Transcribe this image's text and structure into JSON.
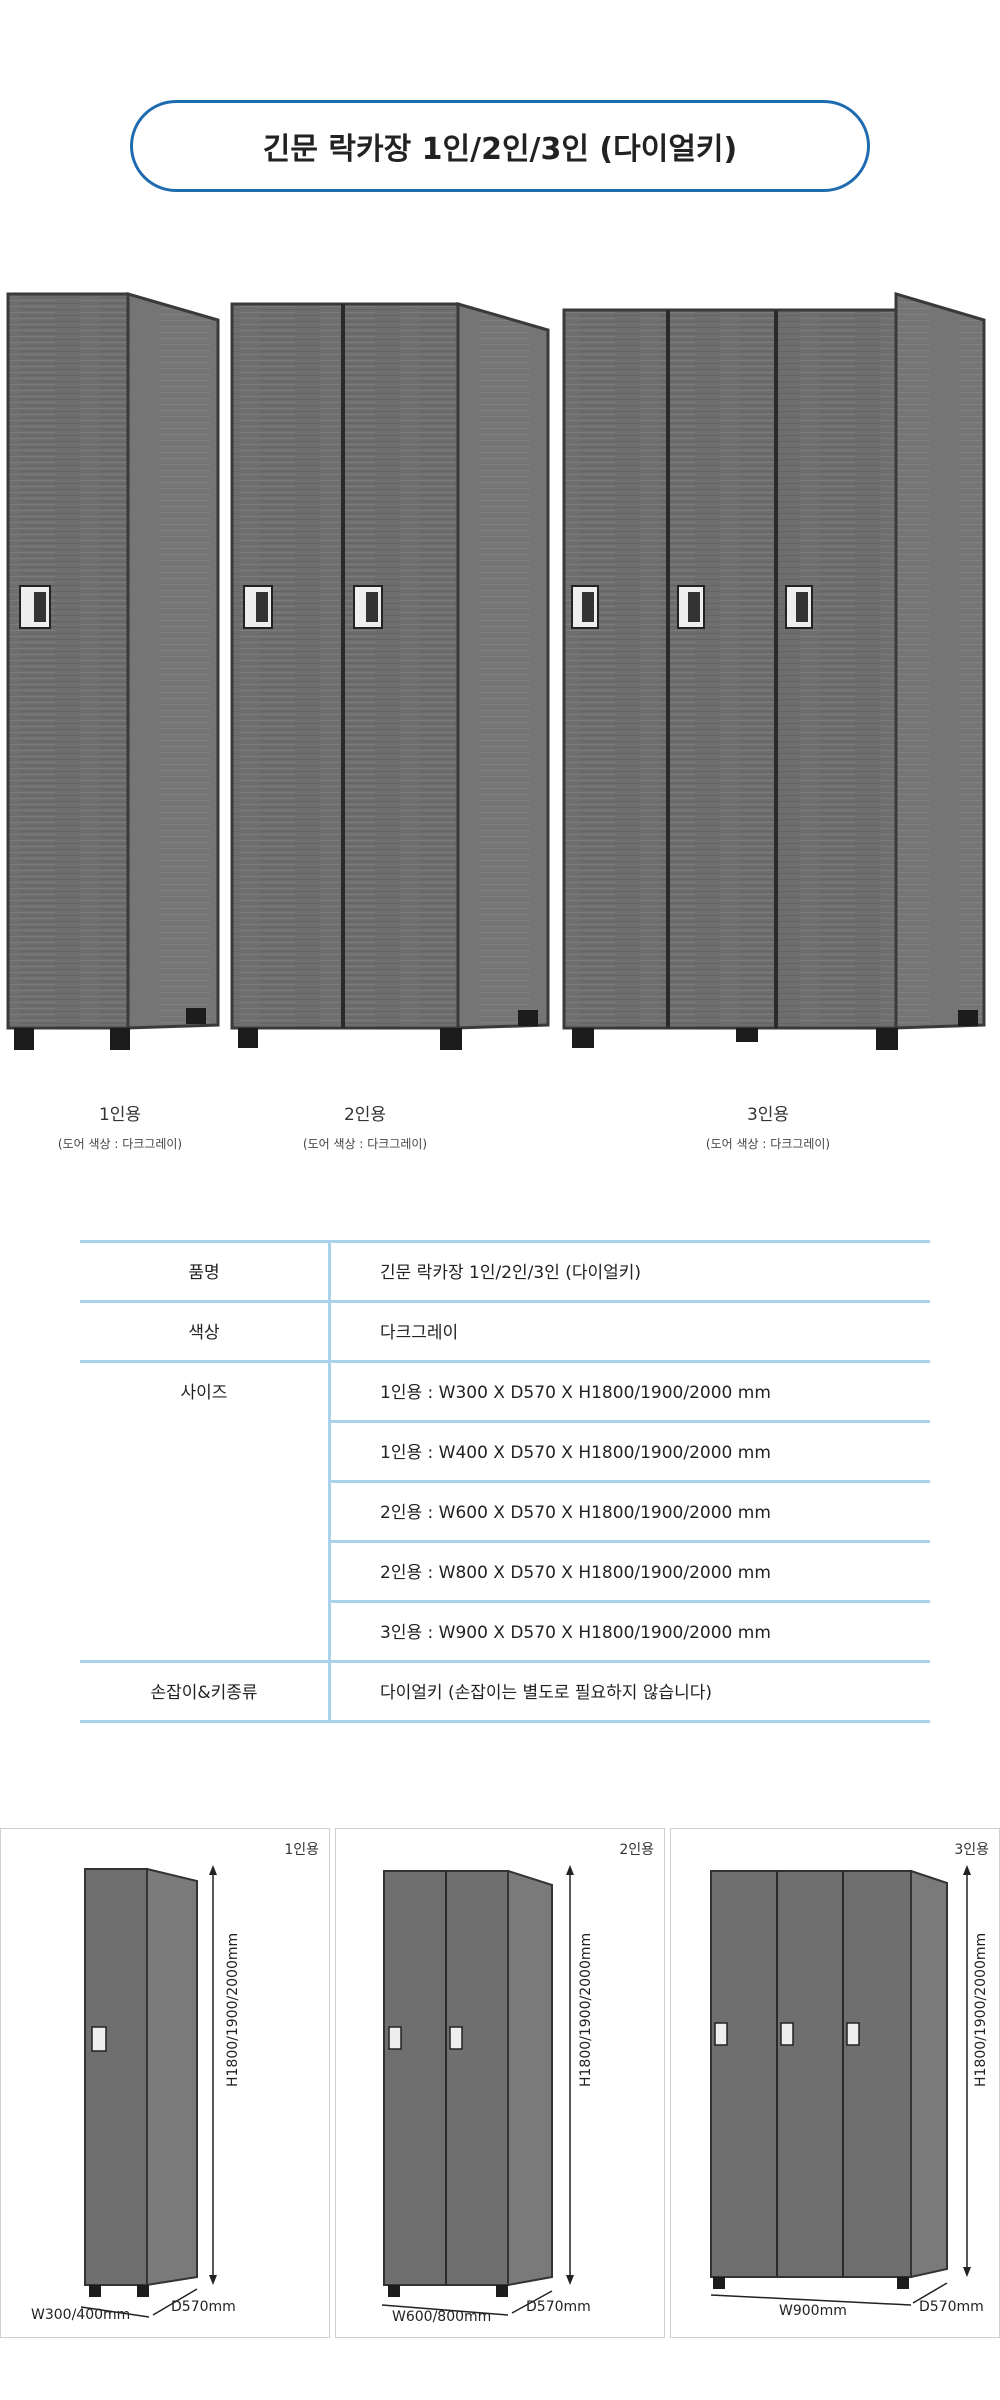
{
  "title": "긴문 락카장 1인/2인/3인 (다이얼키)",
  "hero": {
    "captions": [
      {
        "name": "1인용",
        "sub": "(도어 색상 : 다크그레이)"
      },
      {
        "name": "2인용",
        "sub": "(도어 색상 : 다크그레이)"
      },
      {
        "name": "3인용",
        "sub": "(도어 색상 : 다크그레이)"
      }
    ]
  },
  "specs": {
    "product_label": "품명",
    "product_value": "긴문 락카장 1인/2인/3인 (다이얼키)",
    "color_label": "색상",
    "color_value": "다크그레이",
    "size_label": "사이즈",
    "sizes": [
      "1인용 : W300 X D570 X H1800/1900/2000 mm",
      "1인용 : W400 X D570 X H1800/1900/2000 mm",
      "2인용 : W600 X D570 X H1800/1900/2000 mm",
      "2인용 : W800 X D570 X H1800/1900/2000 mm",
      "3인용 : W900 X D570 X H1800/1900/2000 mm"
    ],
    "handle_label": "손잡이&키종류",
    "handle_value": "다이얼키 (손잡이는 별도로 필요하지 않습니다)"
  },
  "dimensions": [
    {
      "tag": "1인용",
      "width": "W300/400mm",
      "depth": "D570mm",
      "height": "H1800/1900/2000mm"
    },
    {
      "tag": "2인용",
      "width": "W600/800mm",
      "depth": "D570mm",
      "height": "H1800/1900/2000mm"
    },
    {
      "tag": "3인용",
      "width": "W900mm",
      "depth": "D570mm",
      "height": "H1800/1900/2000mm"
    }
  ],
  "colors": {
    "accent": "#1e6bb0",
    "table_line": "#a9d3ea",
    "door": "#6f6f6f",
    "side": "#7a7a7a",
    "frame": "#3a3a3a"
  }
}
